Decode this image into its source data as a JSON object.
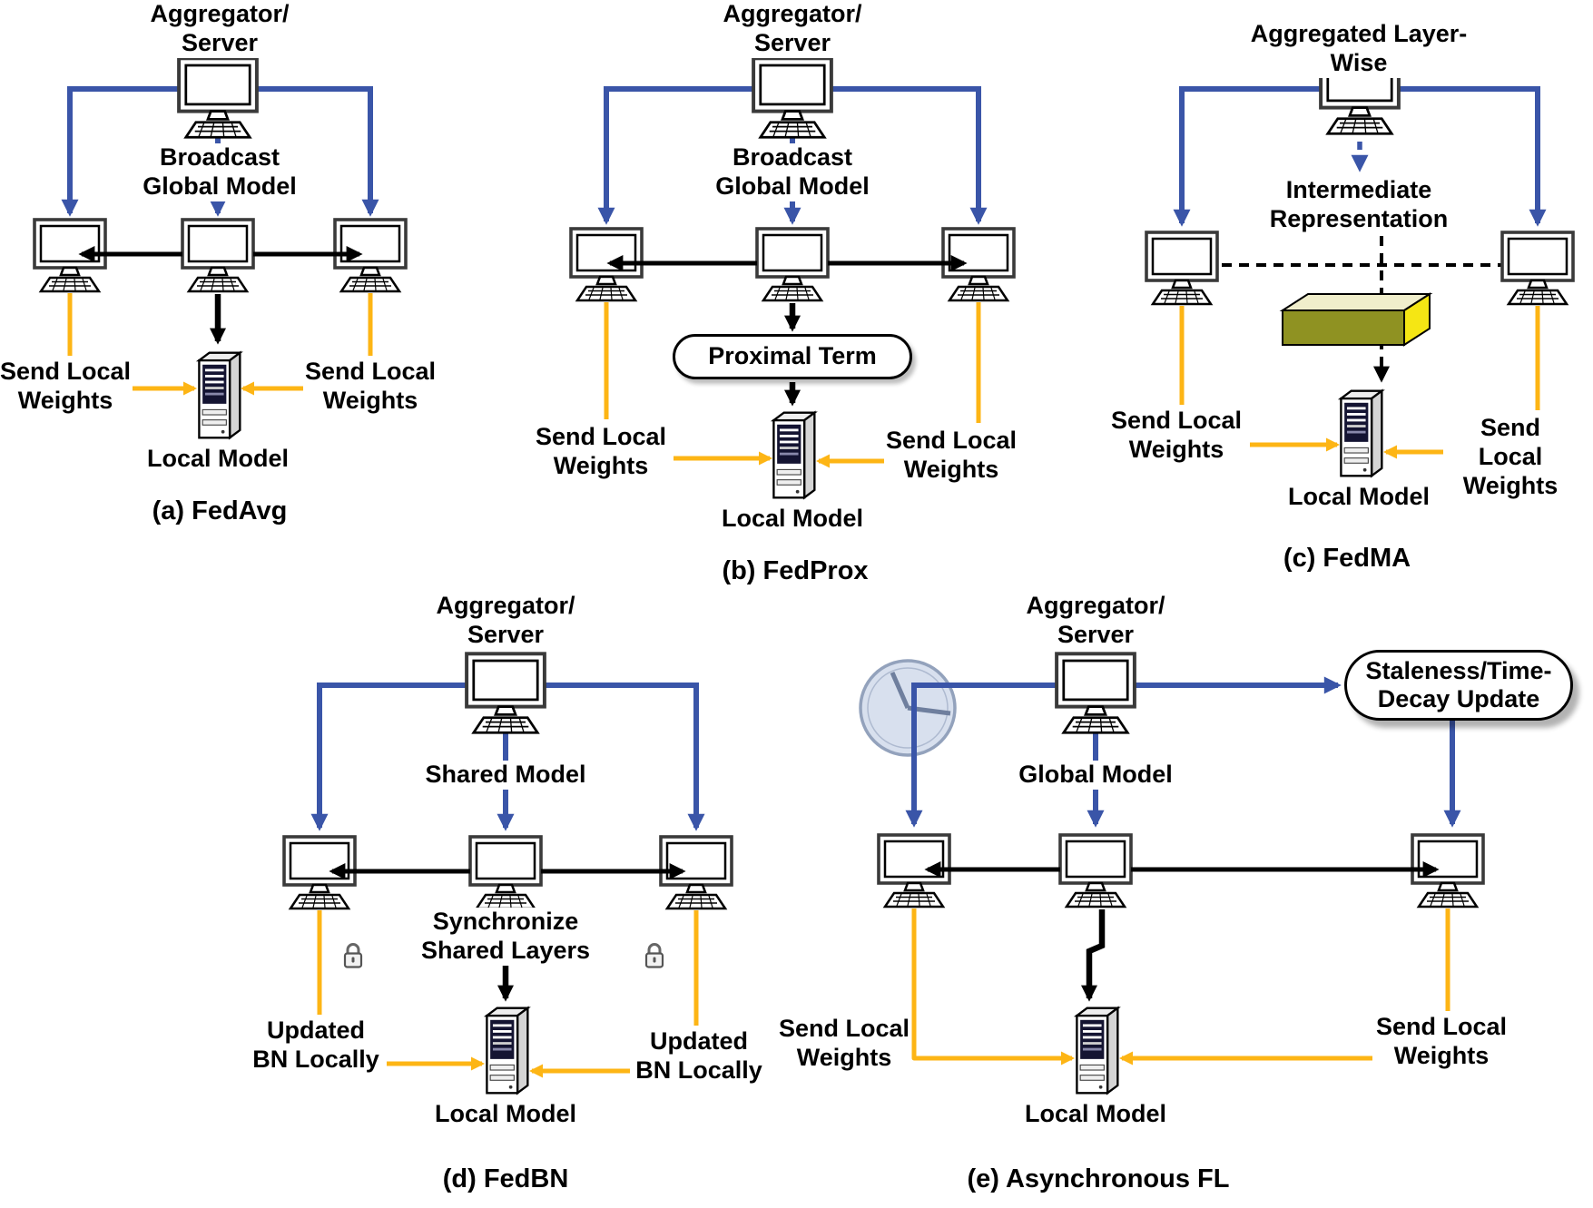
{
  "figure": {
    "background": "#ffffff"
  },
  "colors": {
    "server_arrow_blue": "#3A55A8",
    "weights_arrow_yellow": "#FDB515",
    "local_arrow_black": "#000000",
    "layer_block_front": "#8F9222",
    "layer_block_side": "#F5E614",
    "layer_block_top": "#F0EECB"
  },
  "panels": {
    "fedavg": {
      "server_label": "Aggregator/\nServer",
      "broadcast_label": "Broadcast\nGlobal Model",
      "send_left_label": "Send Local\nWeights",
      "send_right_label": "Send Local\nWeights",
      "local_model_label": "Local Model",
      "caption": "(a) FedAvg"
    },
    "fedprox": {
      "server_label": "Aggregator/\nServer",
      "broadcast_label": "Broadcast\nGlobal Model",
      "proximal_label": "Proximal Term",
      "send_left_label": "Send Local\nWeights",
      "send_right_label": "Send Local\nWeights",
      "local_model_label": "Local Model",
      "caption": "(b) FedProx"
    },
    "fedma": {
      "server_label": "Aggregated Layer-Wise",
      "intermediate_label": "Intermediate\nRepresentation",
      "send_left_label": "Send Local\nWeights",
      "send_right_label": "Send Local\nWeights",
      "local_model_label": "Local Model",
      "caption": "(c) FedMA"
    },
    "fedbn": {
      "server_label": "Aggregator/\nServer",
      "shared_label": "Shared Model",
      "sync_label": "Synchronize\nShared Layers",
      "bn_left_label": "Updated\nBN Locally",
      "bn_right_label": "Updated\nBN Locally",
      "local_model_label": "Local Model",
      "caption": "(d) FedBN"
    },
    "async_fl": {
      "server_label": "Aggregator/\nServer",
      "global_label": "Global Model",
      "staleness_label": "Staleness/Time-\nDecay Update",
      "send_left_label": "Send Local\nWeights",
      "send_right_label": "Send Local\nWeights",
      "local_model_label": "Local Model",
      "caption": "(e) Asynchronous FL"
    }
  }
}
